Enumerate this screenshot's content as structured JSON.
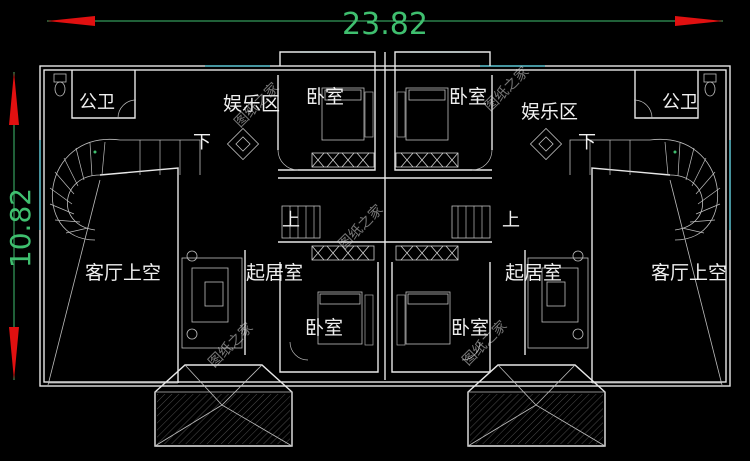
{
  "dimensions": {
    "width": "23.82",
    "height": "10.82"
  },
  "rooms": {
    "bathroom": "公卫",
    "entertainment": "娱乐区",
    "bedroom": "卧室",
    "living_void": "客厅上空",
    "family_room": "起居室"
  },
  "stairs": {
    "down": "下",
    "up": "上"
  },
  "watermark": "图纸之家",
  "colors": {
    "background": "#000000",
    "wall": "#e8e8e8",
    "window": "#39b7c8",
    "dimension": "#3fbf6f",
    "arrow": "#e01010"
  }
}
